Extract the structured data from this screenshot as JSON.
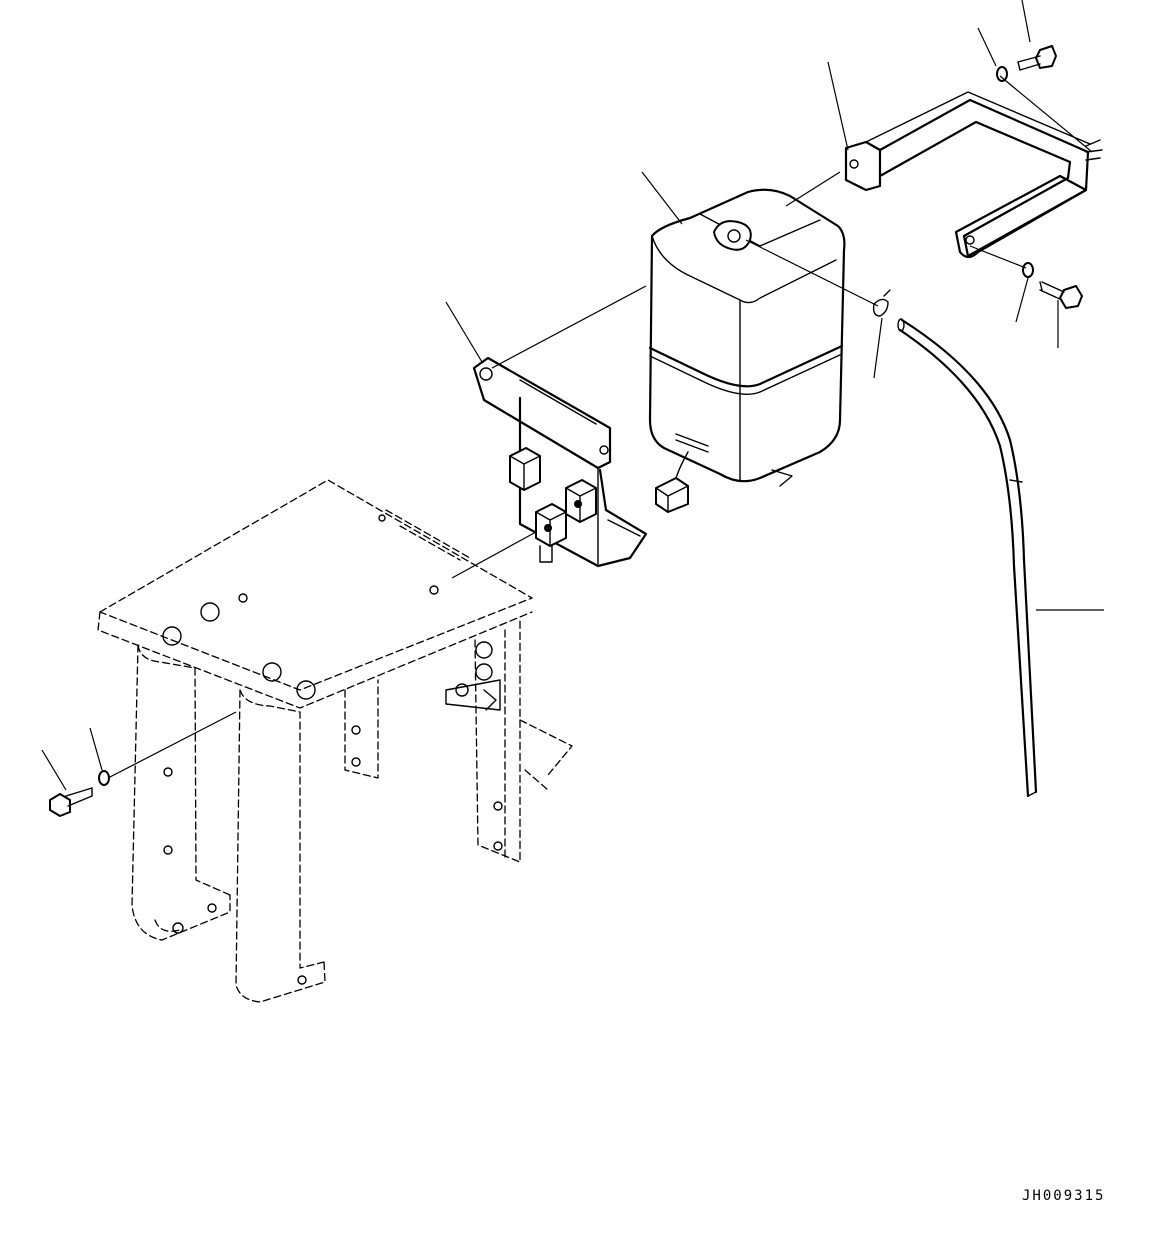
{
  "drawing_number": "JH009315",
  "parts": [
    {
      "name": "upper-mounting-band"
    },
    {
      "name": "washer-tank"
    },
    {
      "name": "lower-tank-bracket"
    },
    {
      "name": "support-frame"
    },
    {
      "name": "washer-hose"
    },
    {
      "name": "hose-clip"
    },
    {
      "name": "bolts-and-washers"
    }
  ]
}
